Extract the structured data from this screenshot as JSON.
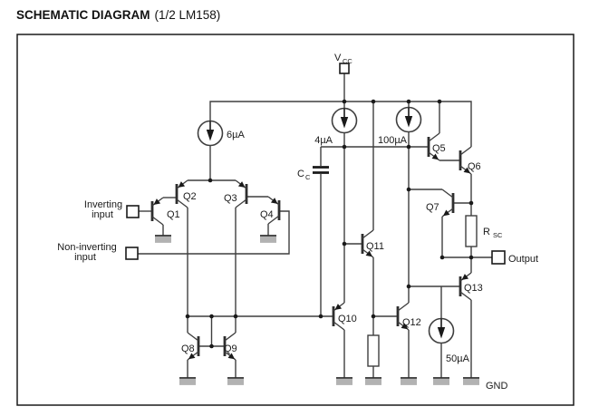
{
  "title": {
    "heading": "SCHEMATIC DIAGRAM",
    "subtitle": "(1/2 LM158)"
  },
  "power": {
    "vcc_main": "V",
    "vcc_sub": "CC",
    "gnd_label": "GND"
  },
  "io": {
    "inverting_line1": "Inverting",
    "inverting_line2": "input",
    "non_inverting_line1": "Non-inverting",
    "non_inverting_line2": "input",
    "output_label": "Output"
  },
  "current_sources": {
    "bias_6ua": "6µA",
    "bias_4ua": "4µA",
    "bias_100ua": "100µA",
    "bias_50ua": "50µA"
  },
  "passives": {
    "cap_main": "C",
    "cap_sub": "C",
    "res_main": "R",
    "res_sub": "SC"
  },
  "transistors": {
    "q1": "Q1",
    "q2": "Q2",
    "q3": "Q3",
    "q4": "Q4",
    "q5": "Q5",
    "q6": "Q6",
    "q7": "Q7",
    "q8": "Q8",
    "q9": "Q9",
    "q10": "Q10",
    "q11": "Q11",
    "q12": "Q12",
    "q13": "Q13"
  },
  "colors": {
    "wire": "#3f3f3f",
    "text": "#1a1a1a",
    "ground_fill": "#b2b2b2",
    "background": "#ffffff"
  }
}
